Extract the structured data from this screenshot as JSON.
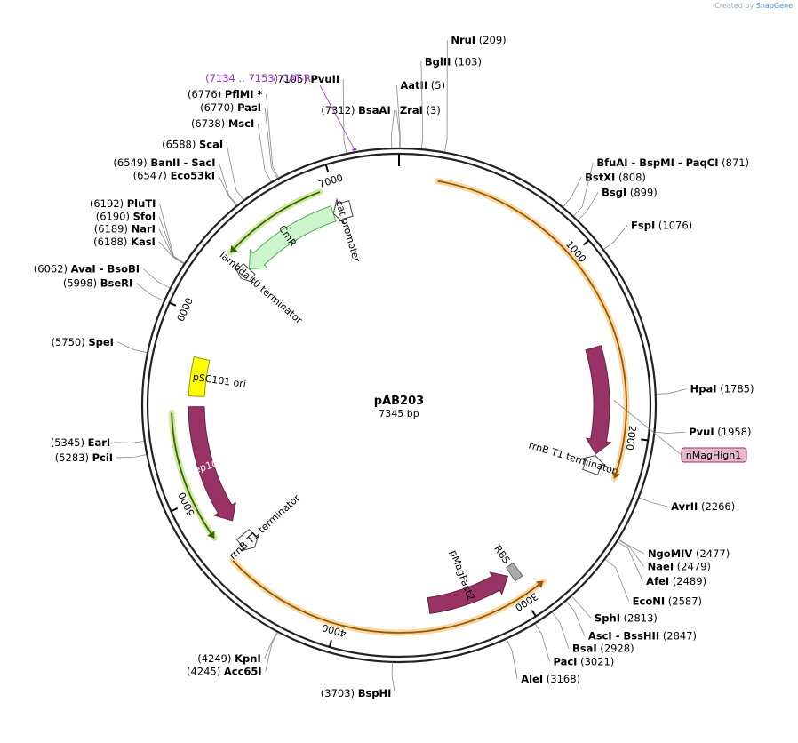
{
  "credit": {
    "prefix": "Created by",
    "brand": "SnapGene"
  },
  "plasmid": {
    "name": "pAB203",
    "length_bp": 7345,
    "length_label": "7345 bp"
  },
  "ticks": [
    {
      "bp": 1000,
      "label": "1000"
    },
    {
      "bp": 2000,
      "label": "2000"
    },
    {
      "bp": 3000,
      "label": "3000"
    },
    {
      "bp": 4000,
      "label": "4000"
    },
    {
      "bp": 5000,
      "label": "5000"
    },
    {
      "bp": 6000,
      "label": "6000"
    },
    {
      "bp": 7000,
      "label": "7000"
    }
  ],
  "sites": [
    {
      "name": "ZraI",
      "pos": "(3)",
      "bp": 3
    },
    {
      "name": "AatII",
      "pos": "(5)",
      "bp": 5
    },
    {
      "name": "BglII",
      "pos": "(103)",
      "bp": 103
    },
    {
      "name": "NruI",
      "pos": "(209)",
      "bp": 209
    },
    {
      "name": "BstXI",
      "pos": "(808)",
      "bp": 808
    },
    {
      "name": "BfuAI  -  BspMI  -  PaqCI",
      "pos": "(871)",
      "bp": 871
    },
    {
      "name": "BsgI",
      "pos": "(899)",
      "bp": 899
    },
    {
      "name": "FspI",
      "pos": "(1076)",
      "bp": 1076
    },
    {
      "name": "HpaI",
      "pos": "(1785)",
      "bp": 1785
    },
    {
      "name": "PvuI",
      "pos": "(1958)",
      "bp": 1958
    },
    {
      "name": "AvrII",
      "pos": "(2266)",
      "bp": 2266
    },
    {
      "name": "NgoMIV",
      "pos": "(2477)",
      "bp": 2477
    },
    {
      "name": "NaeI",
      "pos": "(2479)",
      "bp": 2479
    },
    {
      "name": "AfeI",
      "pos": "(2489)",
      "bp": 2489
    },
    {
      "name": "EcoNI",
      "pos": "(2587)",
      "bp": 2587
    },
    {
      "name": "SphI",
      "pos": "(2813)",
      "bp": 2813
    },
    {
      "name": "AscI  -  BssHII",
      "pos": "(2847)",
      "bp": 2847
    },
    {
      "name": "BsaI",
      "pos": "(2928)",
      "bp": 2928
    },
    {
      "name": "PacI",
      "pos": "(3021)",
      "bp": 3021
    },
    {
      "name": "AleI",
      "pos": "(3168)",
      "bp": 3168
    },
    {
      "name": "BspHI",
      "pos": "(3703)",
      "bp": 3703
    },
    {
      "name": "KpnI",
      "pos": "(4249)",
      "bp": 4249
    },
    {
      "name": "Acc65I",
      "pos": "(4245)",
      "bp": 4245
    },
    {
      "name": "PciI",
      "pos": "(5283)",
      "bp": 5283
    },
    {
      "name": "EarI",
      "pos": "(5345)",
      "bp": 5345
    },
    {
      "name": "SpeI",
      "pos": "(5750)",
      "bp": 5750
    },
    {
      "name": "BseRI",
      "pos": "(5998)",
      "bp": 5998
    },
    {
      "name": "AvaI  -  BsoBI",
      "pos": "(6062)",
      "bp": 6062
    },
    {
      "name": "KasI",
      "pos": "(6188)",
      "bp": 6188
    },
    {
      "name": "NarI",
      "pos": "(6189)",
      "bp": 6189
    },
    {
      "name": "SfoI",
      "pos": "(6190)",
      "bp": 6190
    },
    {
      "name": "PluTI",
      "pos": "(6192)",
      "bp": 6192
    },
    {
      "name": "Eco53kI",
      "pos": "(6547)",
      "bp": 6547
    },
    {
      "name": "BanII  -  SacI",
      "pos": "(6549)",
      "bp": 6549
    },
    {
      "name": "ScaI",
      "pos": "(6588)",
      "bp": 6588
    },
    {
      "name": "MscI",
      "pos": "(6738)",
      "bp": 6738
    },
    {
      "name": "PasI",
      "pos": "(6770)",
      "bp": 6770
    },
    {
      "name": "PflMI *",
      "pos": "(6776)",
      "bp": 6776
    },
    {
      "name": "PvuII",
      "pos": "(7105)",
      "bp": 7105
    },
    {
      "name": "BsaAI",
      "pos": "(7312)",
      "bp": 7312
    }
  ],
  "primer": {
    "name": "CAT-R",
    "range": "(7134 .. 7153)",
    "start": 7134,
    "end": 7153,
    "color": "#9933cc"
  },
  "features": [
    {
      "name": "CmR",
      "start": 6372,
      "end": 6960,
      "dir": -1,
      "color": "#ccf5cc",
      "stroke": "#55aa55"
    },
    {
      "name": "cat promoter",
      "start": 6960,
      "end": 7065,
      "dir": -1,
      "color": "#ffffff",
      "stroke": "#444444"
    },
    {
      "name": "lambda t0 terminator",
      "start": 6300,
      "end": 6372,
      "dir": -1,
      "color": "#ffffff",
      "stroke": "#444444"
    },
    {
      "name": "pSC101 ori",
      "start": 5560,
      "end": 5780,
      "dir": 0,
      "color": "#ffff00",
      "stroke": "#999900"
    },
    {
      "name": "Rep101",
      "start": 4800,
      "end": 5500,
      "dir": -1,
      "color": "#993366",
      "stroke": "#662244"
    },
    {
      "name": "rrnB T1 terminator",
      "start": 4600,
      "end": 4700,
      "dir": -1,
      "color": "#ffffff",
      "stroke": "#444444"
    },
    {
      "name": "rrnB T1 terminator",
      "start": 2130,
      "end": 2230,
      "dir": -1,
      "color": "#ffffff",
      "stroke": "#444444"
    },
    {
      "name": "nMagHigh1",
      "start": 1500,
      "end": 2120,
      "dir": 1,
      "color": "#993366",
      "stroke": "#662244",
      "boxed": true
    },
    {
      "name": "RBS",
      "start": 2940,
      "end": 2990,
      "dir": 0,
      "color": "#aaaaaa",
      "stroke": "#666666"
    },
    {
      "name": "pMagFast2",
      "start": 3010,
      "end": 3500,
      "dir": -1,
      "color": "#993366",
      "stroke": "#662244"
    }
  ],
  "arcs": [
    {
      "start": 200,
      "end": 2220,
      "dir": 1,
      "color": "#f0a830",
      "edge": "#995500"
    },
    {
      "start": 2870,
      "end": 4630,
      "dir": -1,
      "color": "#f0a830",
      "edge": "#995500"
    },
    {
      "start": 4780,
      "end": 5470,
      "dir": -1,
      "color": "#9acd32",
      "edge": "#336600"
    },
    {
      "start": 6370,
      "end": 6930,
      "dir": -1,
      "color": "#9acd32",
      "edge": "#336600"
    }
  ],
  "colors": {
    "backbone": "#222222",
    "site_label": "#000000",
    "site_line": "#888888"
  }
}
